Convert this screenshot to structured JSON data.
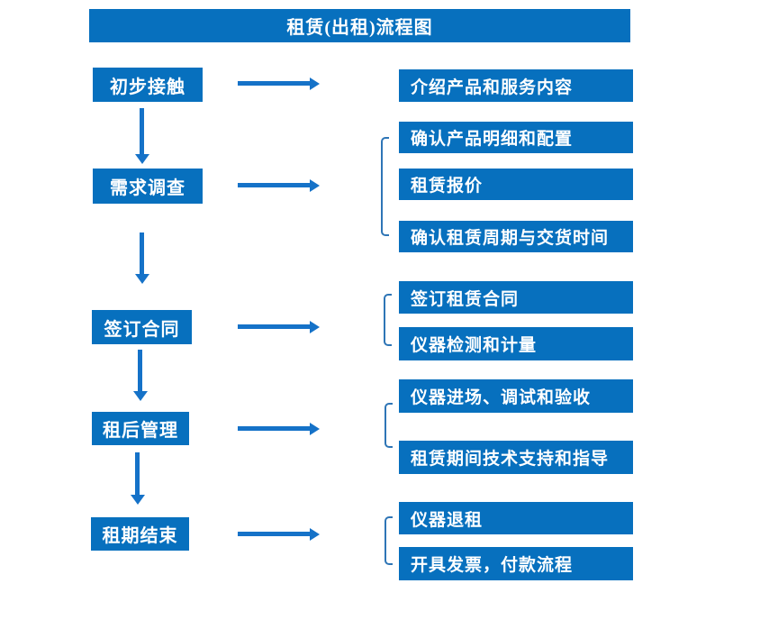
{
  "title": "租赁(出租)流程图",
  "colors": {
    "box_blue": "#0770be",
    "arrow_blue": "#1572c8",
    "bracket_blue": "#2e75b6",
    "text_white": "#ffffff",
    "background": "#ffffff"
  },
  "steps": [
    {
      "label": "初步接触",
      "details": [
        "介绍产品和服务内容"
      ]
    },
    {
      "label": "需求调查",
      "details": [
        "确认产品明细和配置",
        "租赁报价",
        "确认租赁周期与交货时间"
      ]
    },
    {
      "label": "签订合同",
      "details": [
        "签订租赁合同",
        "仪器检测和计量"
      ]
    },
    {
      "label": "租后管理",
      "details": [
        "仪器进场、调试和验收",
        "租赁期间技术支持和指导"
      ]
    },
    {
      "label": "租期结束",
      "details": [
        "仪器退租",
        "开具发票，付款流程"
      ]
    }
  ]
}
